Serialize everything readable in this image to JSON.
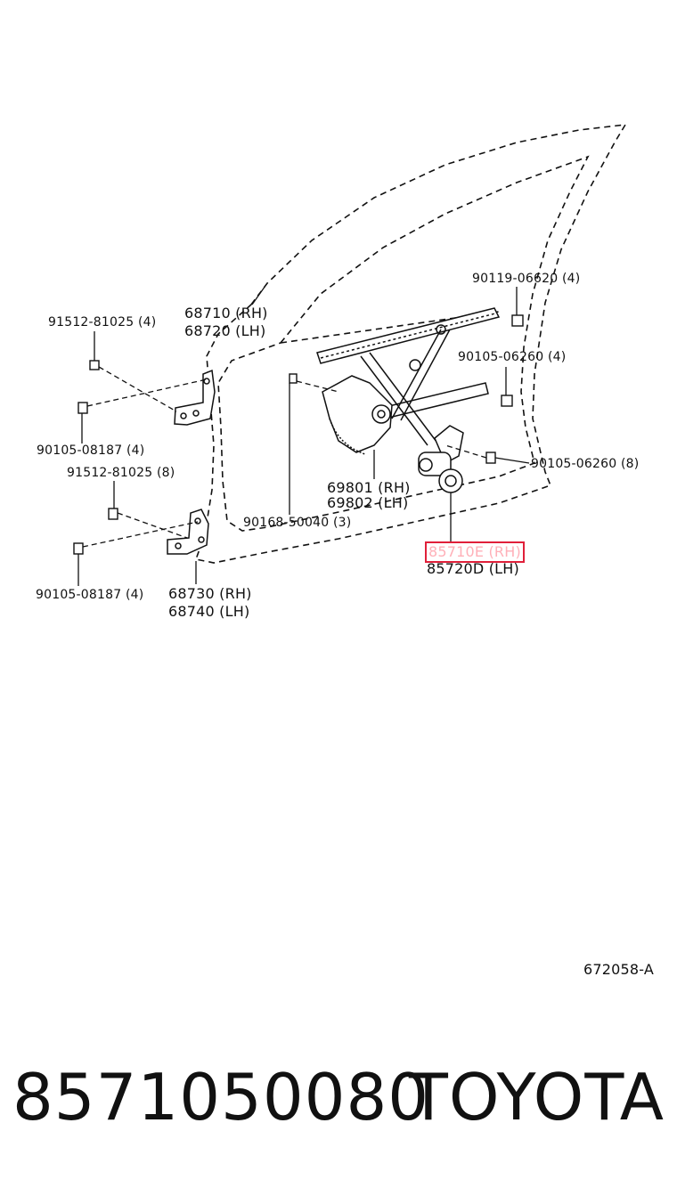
{
  "labels": {
    "bolt_91512_top": "91512-81025 (4)",
    "hinge_upper_rh": "68710 (RH)",
    "hinge_upper_lh": "68720 (LH)",
    "bolt_90119": "90119-06620 (4)",
    "bolt_90105_a": "90105-06260 (4)",
    "bolt_90105_08187_top": "90105-08187 (4)",
    "bolt_91512_mid": "91512-81025 (8)",
    "regulator_rh": "69801 (RH)",
    "regulator_lh": "69802 (LH)",
    "bolt_90105_b": "90105-06260 (8)",
    "bolt_90168": "90168-50040 (3)",
    "motor_rh": "85710E (RH)",
    "motor_lh": "85720D (LH)",
    "bolt_90105_08187_bot": "90105-08187 (4)",
    "hinge_lower_rh": "68730 (RH)",
    "hinge_lower_lh": "68740 (LH)"
  },
  "figure_code": "672058-A",
  "footer": {
    "part_number": "8571050080",
    "brand": "TOYOTA"
  },
  "highlight_color": "#e0203a"
}
